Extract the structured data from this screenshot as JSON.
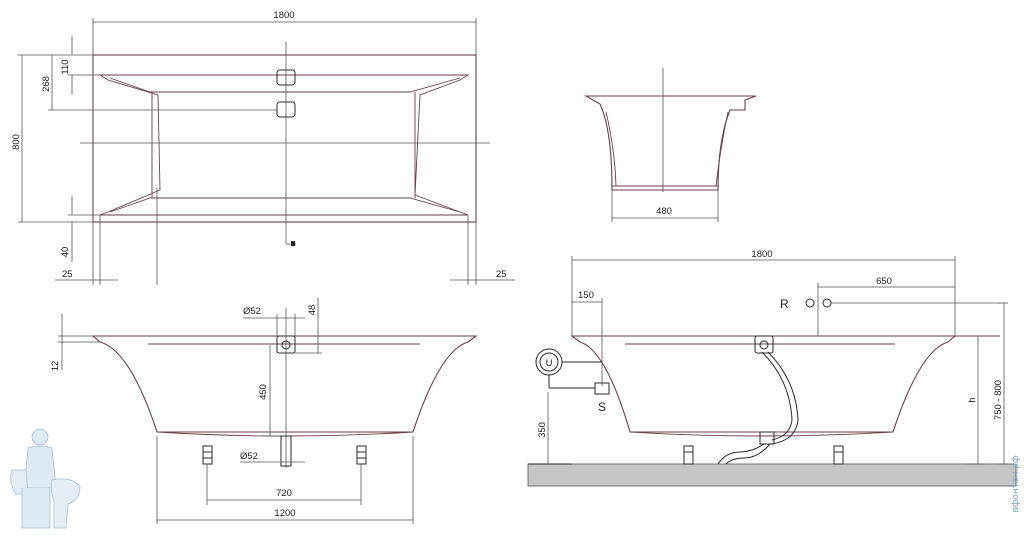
{
  "dims": {
    "top_length": "1800",
    "top_width": "800",
    "top_268": "268",
    "top_110": "110",
    "top_40": "40",
    "top_left_25": "25",
    "top_right_25": "25",
    "end_480": "480",
    "front_d52_top": "Ø52",
    "front_48": "48",
    "front_12": "12",
    "front_450": "450",
    "front_d52_bottom": "Ø52",
    "front_720": "720",
    "front_1200": "1200",
    "side_1800": "1800",
    "side_150": "150",
    "side_650": "650",
    "side_350": "350",
    "side_h": "h",
    "side_750_800": "750 - 800"
  },
  "labels": {
    "r": "R",
    "s": "S",
    "u": "U"
  },
  "watermark": "вфонтан.рф",
  "colors": {
    "outline": "#6b3f47",
    "line": "#2a2a2a",
    "floor": "#c6c6c6",
    "watermark": "#7fa6c8"
  }
}
